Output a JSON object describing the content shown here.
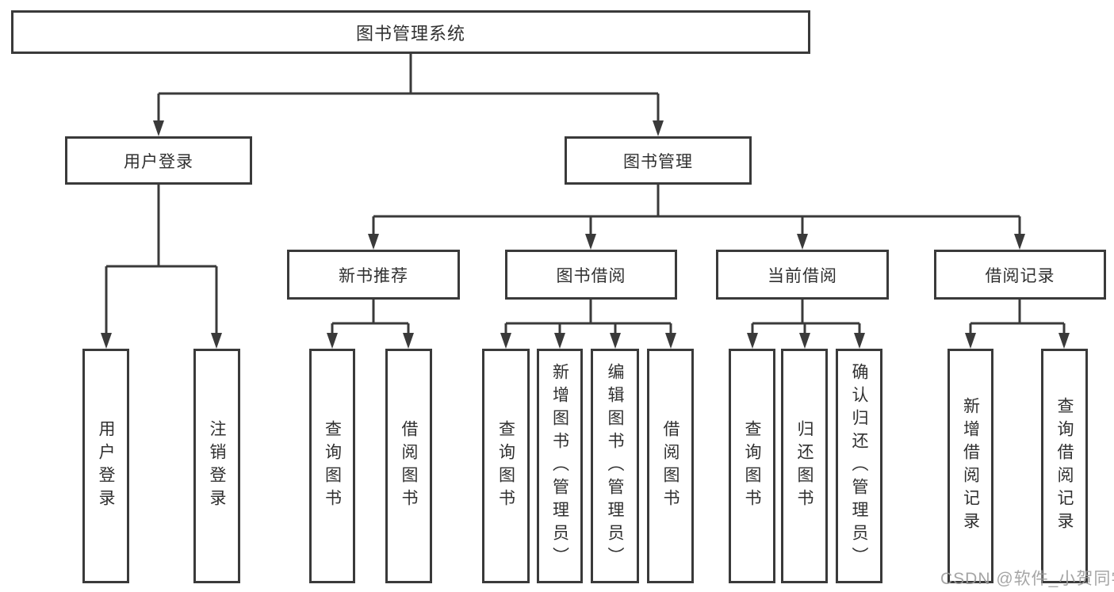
{
  "tree": {
    "label": "图书管理系统",
    "children": [
      {
        "label": "用户登录",
        "children": [
          {
            "label": "用户登录"
          },
          {
            "label": "注销登录"
          }
        ]
      },
      {
        "label": "图书管理",
        "children": [
          {
            "label": "新书推荐",
            "children": [
              {
                "label": "查询图书"
              },
              {
                "label": "借阅图书"
              }
            ]
          },
          {
            "label": "图书借阅",
            "children": [
              {
                "label": "查询图书"
              },
              {
                "label": "新增图书（管理员）"
              },
              {
                "label": "编辑图书（管理员）"
              },
              {
                "label": "借阅图书"
              }
            ]
          },
          {
            "label": "当前借阅",
            "children": [
              {
                "label": "查询图书"
              },
              {
                "label": "归还图书"
              },
              {
                "label": "确认归还（管理员）"
              }
            ]
          },
          {
            "label": "借阅记录",
            "children": [
              {
                "label": "新增借阅记录"
              },
              {
                "label": "查询借阅记录"
              }
            ]
          }
        ]
      }
    ]
  },
  "watermark": {
    "text": "CSDN @软件_小贺同学"
  },
  "colors": {
    "line": "#3a3a3a",
    "text": "#303030",
    "box_background": "#ffffff",
    "watermark": "#9c9c9c",
    "page_background": "#ffffff"
  }
}
